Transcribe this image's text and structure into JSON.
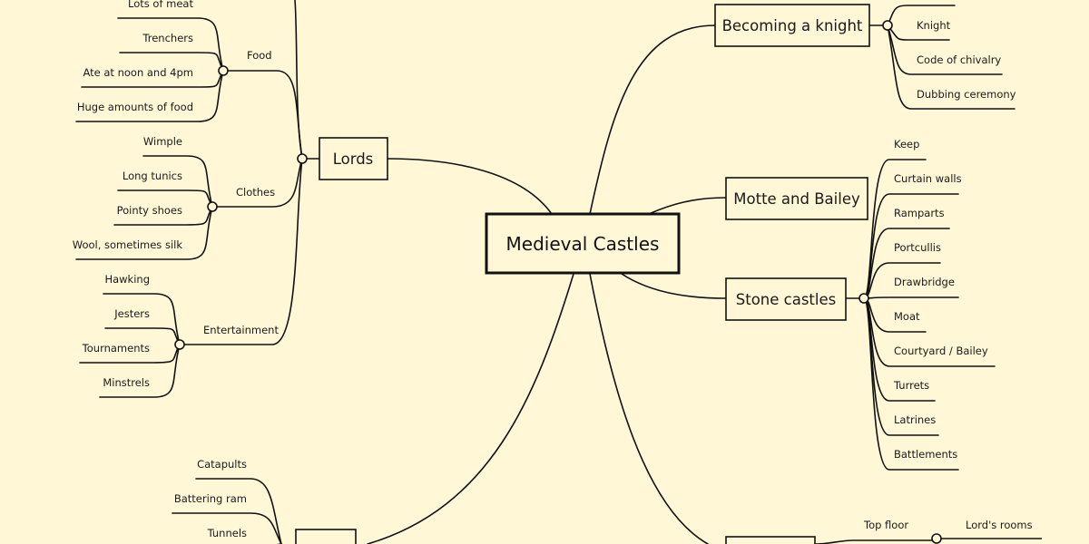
{
  "central": "Medieval Castles",
  "branches": {
    "lords": {
      "label": "Lords",
      "food": {
        "label": "Food",
        "items": [
          "Lots of meat",
          "Trenchers",
          "Ate at noon and 4pm",
          "Huge amounts of food"
        ]
      },
      "clothes": {
        "label": "Clothes",
        "items": [
          "Wimple",
          "Long tunics",
          "Pointy shoes",
          "Wool, sometimes silk"
        ]
      },
      "entertainment": {
        "label": "Entertainment",
        "items": [
          "Hawking",
          "Jesters",
          "Tournaments",
          "Minstrels"
        ]
      }
    },
    "siege": {
      "items": [
        "Catapults",
        "Battering ram",
        "Tunnels"
      ]
    },
    "knight": {
      "label": "Becoming a knight",
      "items": [
        "Knight",
        "Code of chivalry",
        "Dubbing ceremony"
      ]
    },
    "motte": {
      "label": "Motte and Bailey"
    },
    "stone": {
      "label": "Stone castles",
      "items": [
        "Keep",
        "Curtain walls",
        "Ramparts",
        "Portcullis",
        "Drawbridge",
        "Moat",
        "Courtyard / Bailey",
        "Turrets",
        "Latrines",
        "Battlements"
      ]
    },
    "rooms": {
      "top_floor": "Top floor",
      "lords_rooms": "Lord's rooms"
    }
  }
}
